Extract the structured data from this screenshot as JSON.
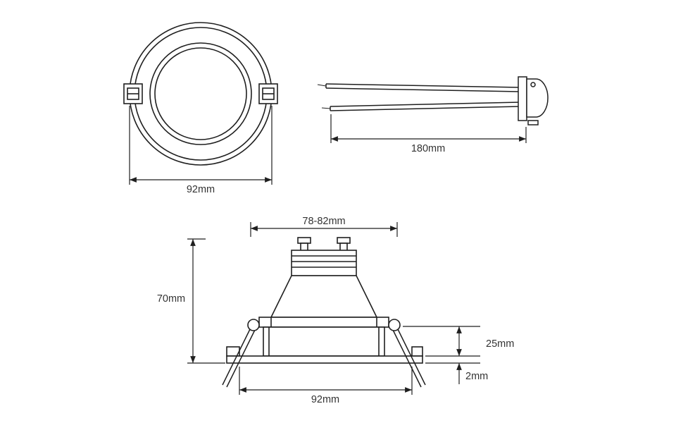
{
  "colors": {
    "background": "#ffffff",
    "line": "#1f1f1f",
    "text": "#333333"
  },
  "front_view": {
    "diameter_label": "92mm"
  },
  "cable_view": {
    "length_label": "180mm"
  },
  "section_view": {
    "top_width_label": "78-82mm",
    "height_label": "70mm",
    "recess_depth_label": "25mm",
    "flange_thickness_label": "2mm",
    "cutout_diameter_label": "92mm"
  }
}
